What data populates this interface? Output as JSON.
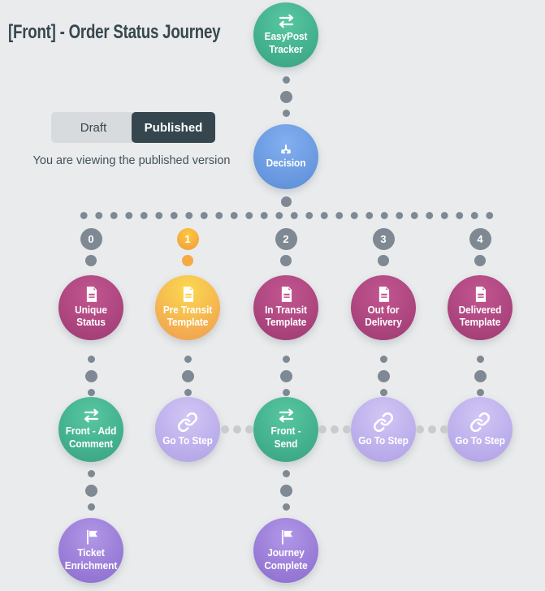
{
  "header": {
    "title": "[Front] - Order Status Journey",
    "view_toggle": {
      "draft": "Draft",
      "published": "Published",
      "active": "Published"
    },
    "caption": "You are viewing the published version"
  },
  "journey": {
    "trigger": {
      "label": "EasyPost Tracker",
      "icon": "exchange-icon",
      "color": "green"
    },
    "decision": {
      "label": "Decision",
      "icon": "split-arrow-icon",
      "color": "blue"
    },
    "branches": [
      {
        "number": "0",
        "highlighted": false,
        "steps": [
          {
            "label": "Unique Status",
            "icon": "document-icon",
            "color": "magenta"
          },
          {
            "label": "Front - Add Comment",
            "icon": "exchange-icon",
            "color": "green"
          },
          {
            "label": "Ticket Enrichment",
            "icon": "flag-icon",
            "color": "purple"
          }
        ]
      },
      {
        "number": "1",
        "highlighted": true,
        "steps": [
          {
            "label": "Pre Transit Template",
            "icon": "document-icon",
            "color": "yellow"
          },
          {
            "label": "Go To Step",
            "icon": "link-icon",
            "color": "lavender"
          }
        ]
      },
      {
        "number": "2",
        "highlighted": false,
        "steps": [
          {
            "label": "In Transit Template",
            "icon": "document-icon",
            "color": "magenta"
          },
          {
            "label": "Front - Send",
            "icon": "exchange-icon",
            "color": "green"
          },
          {
            "label": "Journey Complete",
            "icon": "flag-icon",
            "color": "purple"
          }
        ]
      },
      {
        "number": "3",
        "highlighted": false,
        "steps": [
          {
            "label": "Out for Delivery",
            "icon": "document-icon",
            "color": "magenta"
          },
          {
            "label": "Go To Step",
            "icon": "link-icon",
            "color": "lavender"
          }
        ]
      },
      {
        "number": "4",
        "highlighted": false,
        "steps": [
          {
            "label": "Delivered Template",
            "icon": "document-icon",
            "color": "magenta"
          },
          {
            "label": "Go To Step",
            "icon": "link-icon",
            "color": "lavender"
          }
        ]
      }
    ]
  },
  "palette": {
    "bg": "#e9ebec",
    "ink": "#37474f",
    "caption-ink": "#42525c",
    "draft-bg": "#d8dbde",
    "published-bg": "#35464e",
    "dot-gray": "#7e8993",
    "dot-light": "#c8cccf",
    "orange-dot": "#f5ab41",
    "green-hi": "#58c7a1",
    "green-lo": "#36a181",
    "blue-hi": "#83aff0",
    "blue-lo": "#5a8cd6",
    "magenta-hi": "#c25691",
    "magenta-lo": "#9e3a71",
    "yellow-hi": "#fbd84f",
    "yellow-lo": "#f09c52",
    "lavender-hi": "#d1c6f5",
    "lavender-lo": "#b0a0e5",
    "purple-hi": "#b197e7",
    "purple-lo": "#8a6bcd",
    "orange-hi": "#fcca3c",
    "orange-lo": "#f0993f"
  }
}
